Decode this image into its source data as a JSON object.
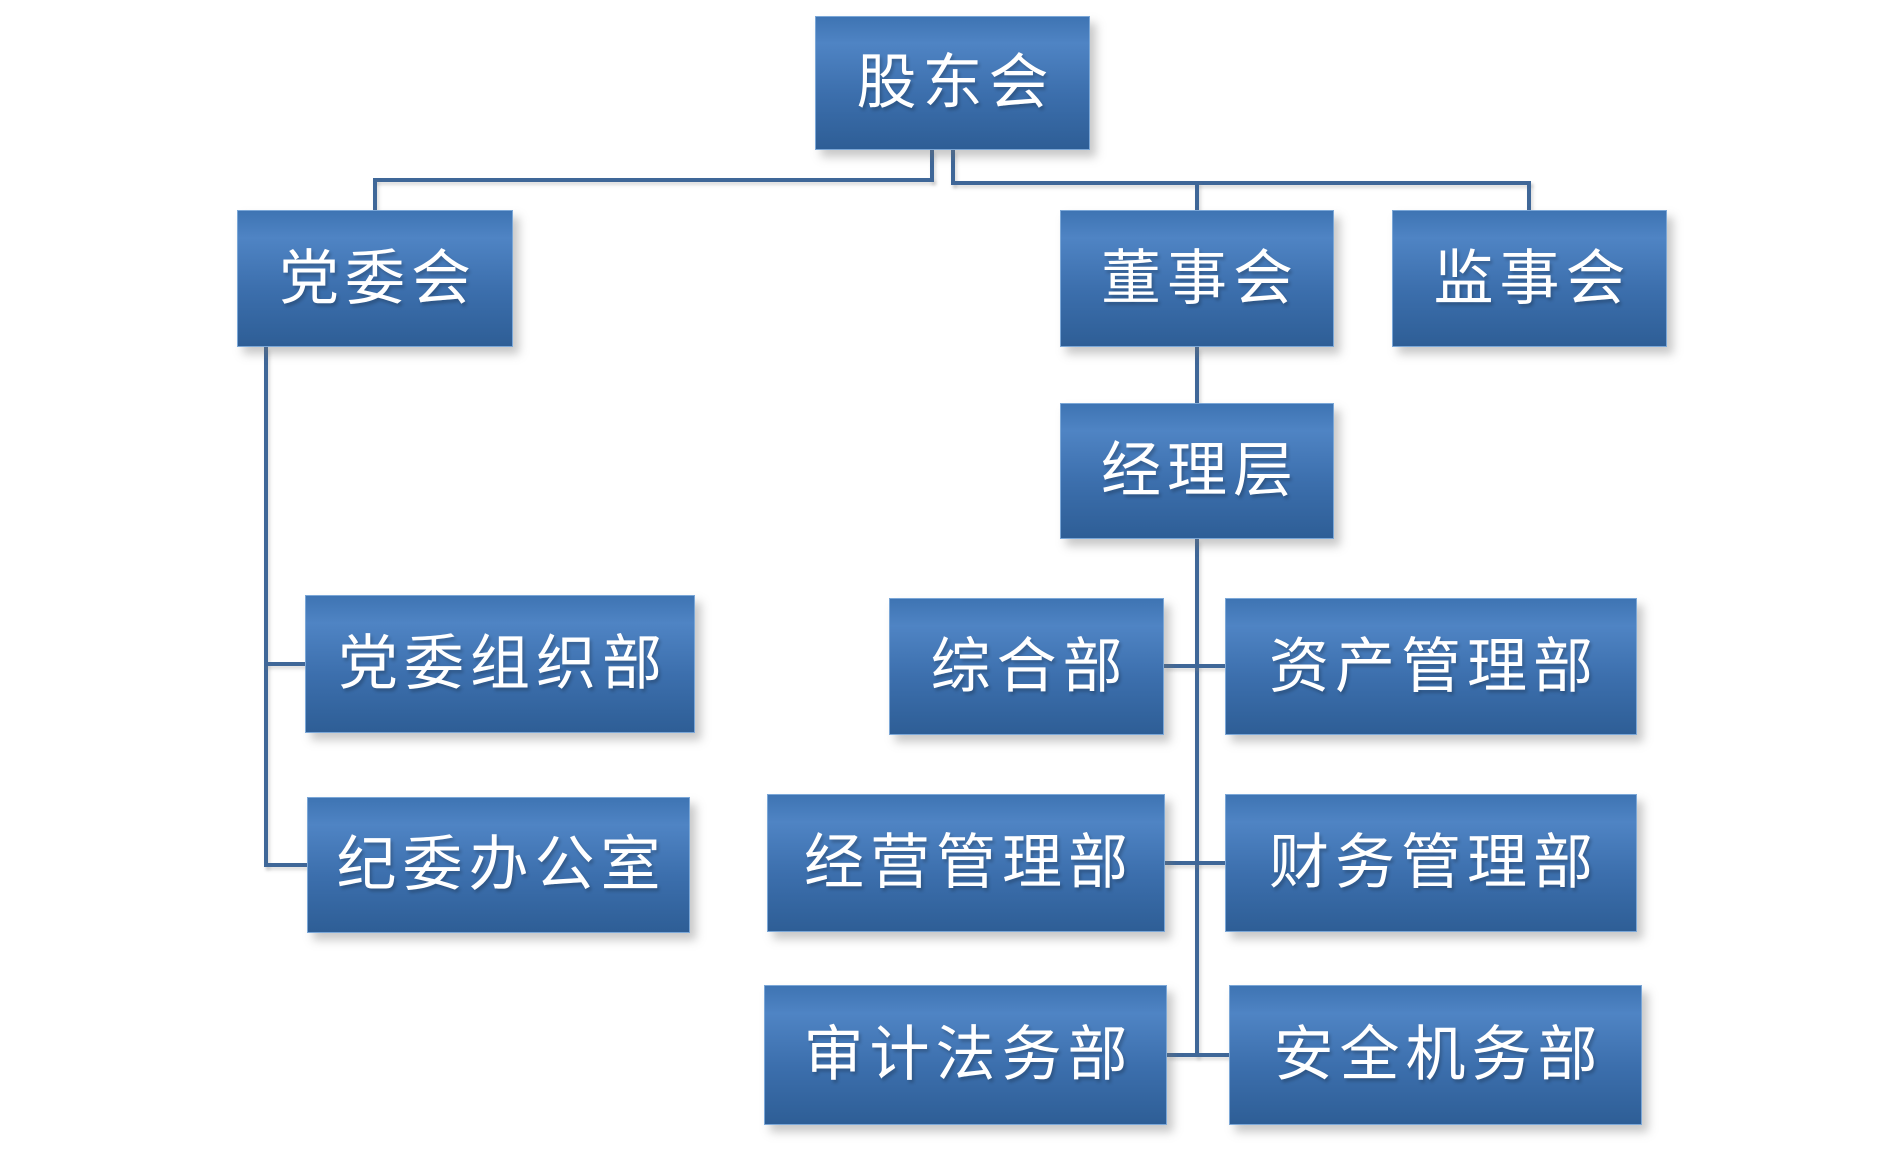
{
  "diagram": {
    "type": "org-chart",
    "colors": {
      "bg": "#ffffff",
      "node_top": "#4f84c4",
      "node_upper": "#3e74b3",
      "node_mid": "#3c6fad",
      "node_bottom": "#2e5e96",
      "node_border": "#7ba7d7",
      "node_text": "#ffffff",
      "connector": "#3f6798"
    },
    "nodes": [
      {
        "id": "shareholders-meeting",
        "label": "股东会"
      },
      {
        "id": "party-committee",
        "label": "党委会"
      },
      {
        "id": "board-of-directors",
        "label": "董事会"
      },
      {
        "id": "supervisory-board",
        "label": "监事会"
      },
      {
        "id": "management-team",
        "label": "经理层"
      },
      {
        "id": "party-organization-dept",
        "label": "党委组织部"
      },
      {
        "id": "discipline-inspection-office",
        "label": "纪委办公室"
      },
      {
        "id": "general-dept",
        "label": "综合部"
      },
      {
        "id": "asset-management-dept",
        "label": "资产管理部"
      },
      {
        "id": "operations-management-dept",
        "label": "经营管理部"
      },
      {
        "id": "financial-management-dept",
        "label": "财务管理部"
      },
      {
        "id": "audit-legal-dept",
        "label": "审计法务部"
      },
      {
        "id": "safety-equipment-dept",
        "label": "安全机务部"
      }
    ],
    "edges": [
      {
        "from": "股东会",
        "to": "党委会"
      },
      {
        "from": "股东会",
        "to": "董事会"
      },
      {
        "from": "股东会",
        "to": "监事会"
      },
      {
        "from": "党委会",
        "to": "党委组织部"
      },
      {
        "from": "党委会",
        "to": "纪委办公室"
      },
      {
        "from": "董事会",
        "to": "经理层"
      },
      {
        "from": "经理层",
        "to": "综合部"
      },
      {
        "from": "经理层",
        "to": "资产管理部"
      },
      {
        "from": "经理层",
        "to": "经营管理部"
      },
      {
        "from": "经理层",
        "to": "财务管理部"
      },
      {
        "from": "经理层",
        "to": "审计法务部"
      },
      {
        "from": "经理层",
        "to": "安全机务部"
      }
    ]
  }
}
